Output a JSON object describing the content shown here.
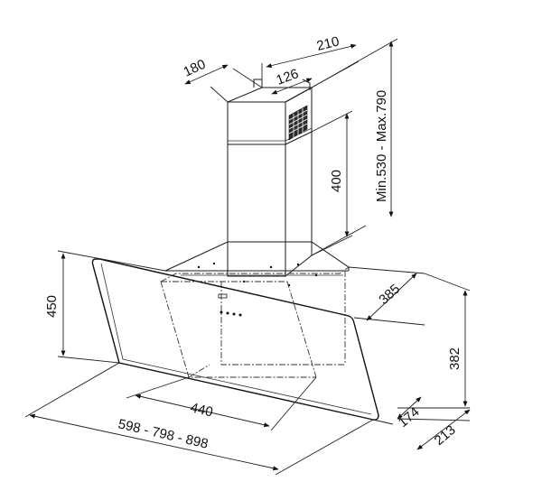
{
  "dimensions": {
    "duct_depth": "180",
    "duct_width": "210",
    "vent_width": "126",
    "duct_fixed_height": "400",
    "duct_height_range": "Min.530 - Max.790",
    "hood_height": "450",
    "hood_depth_top": "385",
    "hood_side_height": "382",
    "inner_width": "440",
    "width_options": "598 - 798 - 898",
    "glass_depth": "174",
    "base_depth": "213"
  },
  "colors": {
    "line": "#1a1a1a",
    "background": "#ffffff"
  }
}
